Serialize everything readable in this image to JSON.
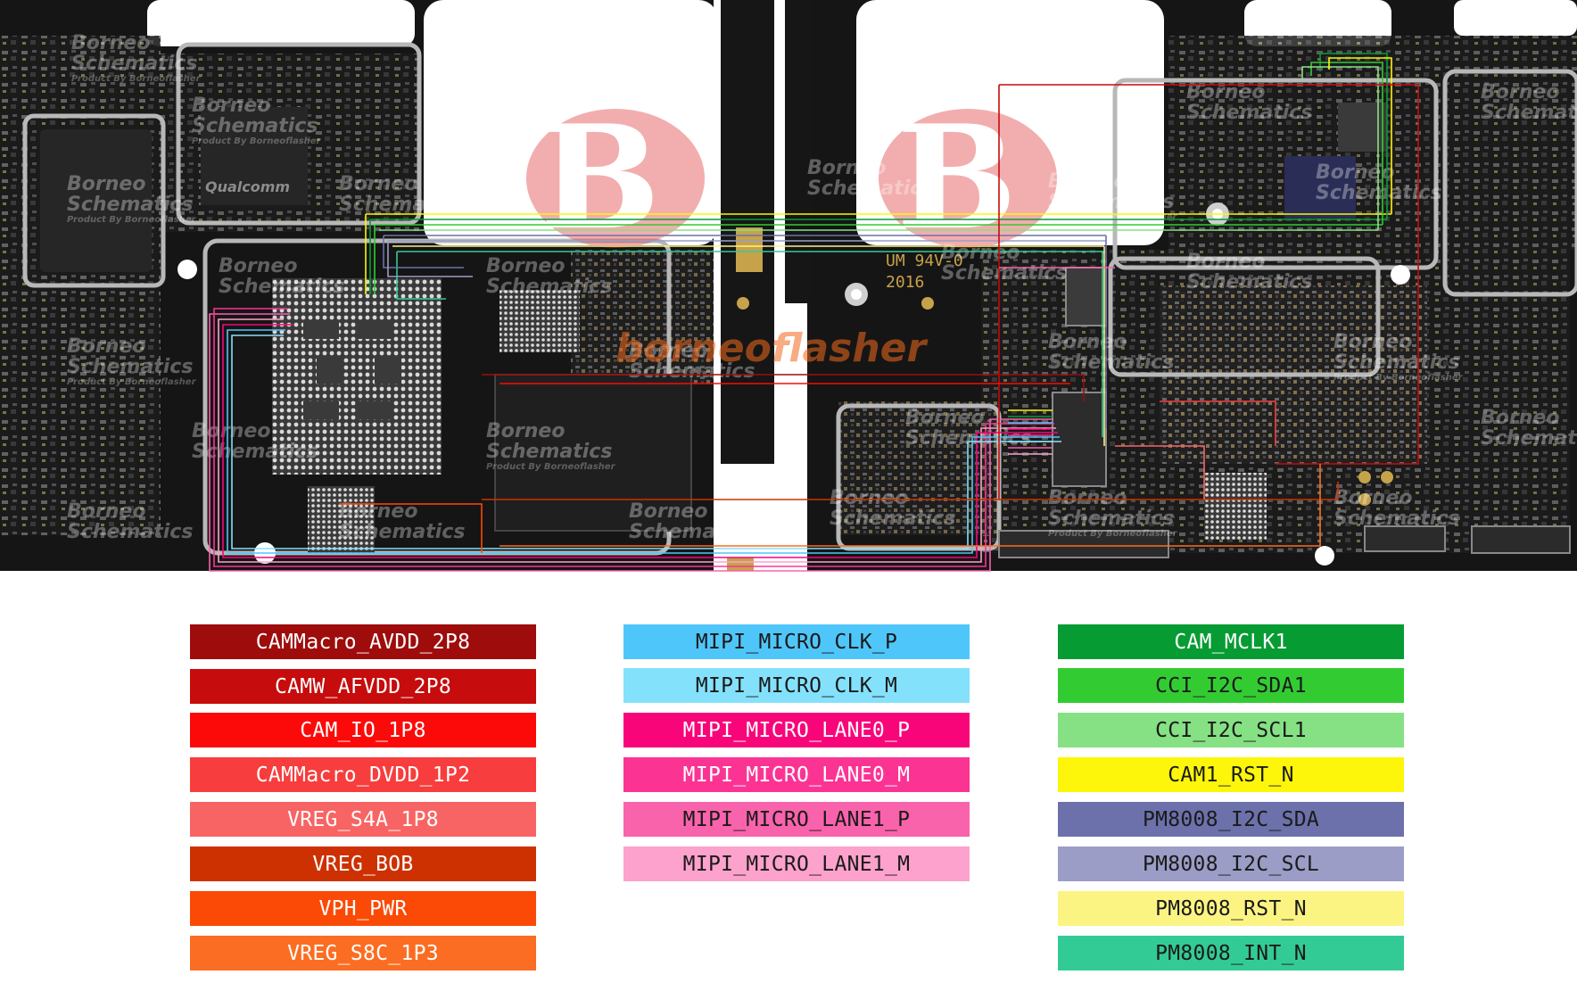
{
  "board": {
    "watermark_lines": [
      "Borneo",
      "Schematics"
    ],
    "watermark_subline": "Product By Borneoflasher",
    "brand_left": "borneoflasher",
    "chip_marking_1": "Qualcomm",
    "pcb_marking": "UM 94V-0",
    "pcb_code": "2016"
  },
  "legend": {
    "columns": [
      [
        {
          "label": "CAMMacro_AVDD_2P8",
          "bg": "#9e0c0c",
          "fg": "#ffffff"
        },
        {
          "label": "CAMW_AFVDD_2P8",
          "bg": "#c60c0c",
          "fg": "#ffffff"
        },
        {
          "label": "CAM_IO_1P8",
          "bg": "#fc0a0a",
          "fg": "#ffffff"
        },
        {
          "label": "CAMMacro_DVDD_1P2",
          "bg": "#f73d3d",
          "fg": "#ffffff"
        },
        {
          "label": "VREG_S4A_1P8",
          "bg": "#f86464",
          "fg": "#ffffff"
        },
        {
          "label": "VREG_BOB",
          "bg": "#cd3102",
          "fg": "#ffffff"
        },
        {
          "label": "VPH_PWR",
          "bg": "#fb4a05",
          "fg": "#ffffff"
        },
        {
          "label": "VREG_S8C_1P3",
          "bg": "#fb6d22",
          "fg": "#ffffff"
        }
      ],
      [
        {
          "label": "MIPI_MICRO_CLK_P",
          "bg": "#4fc6fa",
          "fg": "#1a1a1a"
        },
        {
          "label": "MIPI_MICRO_CLK_M",
          "bg": "#84e1fb",
          "fg": "#1a1a1a"
        },
        {
          "label": "MIPI_MICRO_LANE0_P",
          "bg": "#f9057a",
          "fg": "#ffffff"
        },
        {
          "label": "MIPI_MICRO_LANE0_M",
          "bg": "#fb3494",
          "fg": "#ffffff"
        },
        {
          "label": "MIPI_MICRO_LANE1_P",
          "bg": "#f863ab",
          "fg": "#1a1a1a"
        },
        {
          "label": "MIPI_MICRO_LANE1_M",
          "bg": "#fda2cc",
          "fg": "#1a1a1a"
        }
      ],
      [
        {
          "label": "CAM_MCLK1",
          "bg": "#079c33",
          "fg": "#ffffff"
        },
        {
          "label": "CCI_I2C_SDA1",
          "bg": "#32cc32",
          "fg": "#1a1a1a"
        },
        {
          "label": "CCI_I2C_SCL1",
          "bg": "#85e184",
          "fg": "#1a1a1a"
        },
        {
          "label": "CAM1_RST_N",
          "bg": "#fdf60a",
          "fg": "#1a1a1a"
        },
        {
          "label": "PM8008_I2C_SDA",
          "bg": "#6c71ab",
          "fg": "#1a1a1a"
        },
        {
          "label": "PM8008_I2C_SCL",
          "bg": "#9b9dc6",
          "fg": "#1a1a1a"
        },
        {
          "label": "PM8008_RST_N",
          "bg": "#fcf482",
          "fg": "#1a1a1a"
        },
        {
          "label": "PM8008_INT_N",
          "bg": "#33cb95",
          "fg": "#1a1a1a"
        }
      ]
    ]
  }
}
